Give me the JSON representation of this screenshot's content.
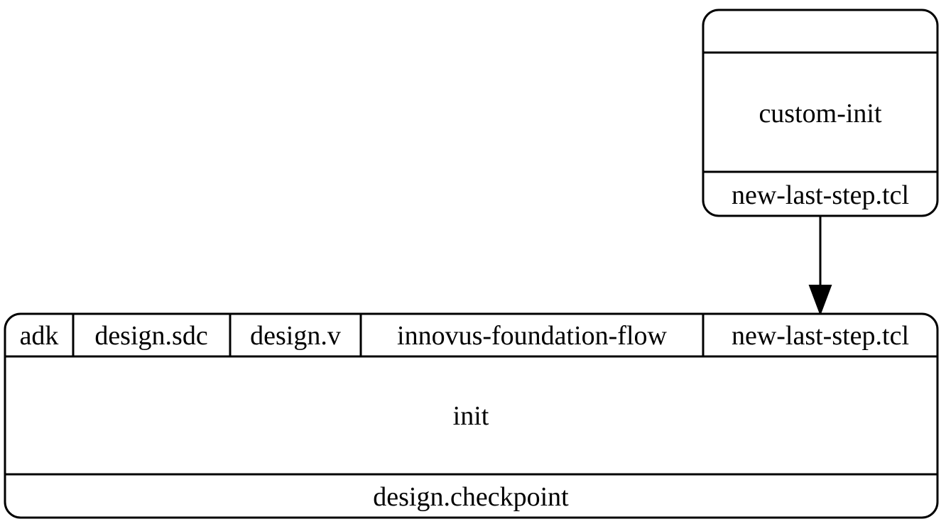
{
  "nodes": {
    "custom_init": {
      "name": "custom-init",
      "inputs": [],
      "outputs": [
        "new-last-step.tcl"
      ]
    },
    "init": {
      "name": "init",
      "inputs": [
        "adk",
        "design.sdc",
        "design.v",
        "innovus-foundation-flow",
        "new-last-step.tcl"
      ],
      "outputs": [
        "design.checkpoint"
      ]
    }
  },
  "edges": [
    {
      "from_node": "custom-init",
      "from_port": "new-last-step.tcl",
      "to_node": "init",
      "to_port": "new-last-step.tcl"
    }
  ]
}
